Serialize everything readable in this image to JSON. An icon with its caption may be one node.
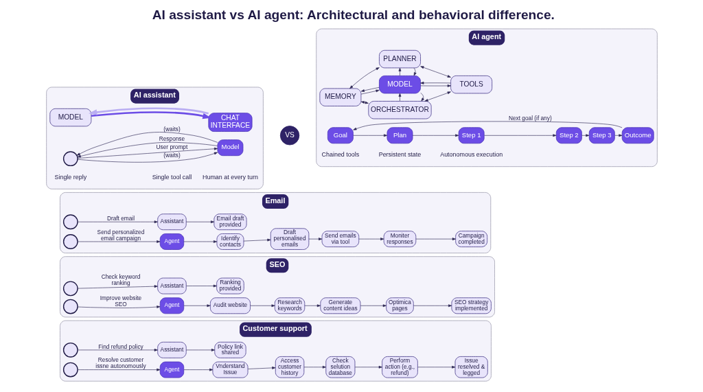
{
  "diagram": {
    "title": "AI assistant vs AI agent: Architectural and behavioral difference.",
    "nodes": [
      {
        "text": [
          "AI assistant"
        ]
      },
      {
        "text": [
          "MODEL"
        ],
        "in": 0
      },
      {
        "text": [
          "CHAT INTERFACE"
        ],
        "in": 0
      },
      {
        "text": [],
        "shape": "person",
        "in": 0
      },
      {
        "text": [
          "Model"
        ],
        "in": 0
      },
      {
        "text": [
          "VS"
        ]
      },
      {
        "text": [
          "AI agent"
        ]
      },
      {
        "text": [
          "PLANNER"
        ],
        "in": 6
      },
      {
        "text": [
          "MEMORY"
        ],
        "in": 6
      },
      {
        "text": [
          "MODEL"
        ],
        "in": 6
      },
      {
        "text": [
          "TOOLS"
        ],
        "in": 6
      },
      {
        "text": [
          "ORCHESTRATOR"
        ],
        "in": 6
      },
      {
        "text": [
          "Goal"
        ],
        "in": 6
      },
      {
        "text": [
          "Plan"
        ],
        "in": 6
      },
      {
        "text": [
          "Step 1"
        ],
        "in": 6
      },
      {
        "text": [
          "Step 2"
        ],
        "in": 6
      },
      {
        "text": [
          "Step 3"
        ],
        "in": 6
      },
      {
        "text": [
          "Outcome"
        ],
        "in": 6
      },
      {
        "text": [
          "Email"
        ]
      },
      {
        "text": [],
        "shape": "person",
        "in": 18
      },
      {
        "text": [
          "Assistant"
        ],
        "in": 18
      },
      {
        "text": [
          "Email draft provided"
        ],
        "in": 18
      },
      {
        "text": [],
        "shape": "person",
        "in": 18
      },
      {
        "text": [
          "Agent"
        ],
        "in": 18
      },
      {
        "text": [
          "Identify contacts"
        ],
        "in": 18
      },
      {
        "text": [
          "Draft personalised emails"
        ],
        "in": 18
      },
      {
        "text": [
          "Send emails via tool"
        ],
        "in": 18
      },
      {
        "text": [
          "Moniter responses"
        ],
        "in": 18
      },
      {
        "text": [
          "Campaign completed"
        ],
        "in": 18
      },
      {
        "text": [
          "SEO"
        ]
      },
      {
        "text": [],
        "shape": "person",
        "in": 29
      },
      {
        "text": [
          "Assistant"
        ],
        "in": 29
      },
      {
        "text": [
          "Ranking provided"
        ],
        "in": 29
      },
      {
        "text": [],
        "shape": "person",
        "in": 29
      },
      {
        "text": [
          "Agent"
        ],
        "in": 29
      },
      {
        "text": [
          "Audit website"
        ],
        "in": 29
      },
      {
        "text": [
          "Research keywords"
        ],
        "in": 29
      },
      {
        "text": [
          "Generate content ideas"
        ],
        "in": 29
      },
      {
        "text": [
          "Optimica pages"
        ],
        "in": 29
      },
      {
        "text": [
          "SEO strategy implemented"
        ],
        "in": 29
      },
      {
        "text": [
          "Customer support"
        ]
      },
      {
        "text": [],
        "shape": "person",
        "in": 40
      },
      {
        "text": [
          "Assistant"
        ],
        "in": 40
      },
      {
        "text": [
          "Policy link shared"
        ],
        "in": 40
      },
      {
        "text": [],
        "shape": "person",
        "in": 40
      },
      {
        "text": [
          "Agent"
        ],
        "in": 40
      },
      {
        "text": [
          "Vnderstand Issue"
        ],
        "in": 40
      },
      {
        "text": [
          "Access customer history"
        ],
        "in": 40
      },
      {
        "text": [
          "Check selution database"
        ],
        "in": 40
      },
      {
        "text": [
          "Perform action (e.g., refund)"
        ],
        "in": 40
      },
      {
        "text": [
          "Issue reselved & legged"
        ],
        "in": 40
      }
    ],
    "edges": [
      {
        "from": 1,
        "to": 2,
        "arrow": "to",
        "style": "thick",
        "color": "#6c4de6"
      },
      {
        "from": 2,
        "to": 1,
        "arrow": "to",
        "style": "thick",
        "color": "#b9adf2"
      },
      {
        "from": 3,
        "to": 4,
        "arrow": "to",
        "label": "(waits)"
      },
      {
        "from": 3,
        "to": 4,
        "arrow": "to",
        "label": "User prompt"
      },
      {
        "from": 4,
        "to": 3,
        "arrow": "to",
        "label": "Response"
      },
      {
        "from": 4,
        "to": 3,
        "arrow": "to",
        "label": "(waits)"
      },
      {
        "from": 8,
        "to": 7,
        "arrow": "both"
      },
      {
        "from": 7,
        "to": 10,
        "arrow": "both"
      },
      {
        "from": 8,
        "to": 9,
        "arrow": "to"
      },
      {
        "from": 9,
        "to": 8,
        "arrow": "to"
      },
      {
        "from": 9,
        "to": 10,
        "arrow": "to"
      },
      {
        "from": 10,
        "to": 9,
        "arrow": "to"
      },
      {
        "from": 7,
        "to": 9,
        "arrow": "to"
      },
      {
        "from": 9,
        "to": 7,
        "arrow": "to"
      },
      {
        "from": 9,
        "to": 11,
        "arrow": "to"
      },
      {
        "from": 11,
        "to": 9,
        "arrow": "to"
      },
      {
        "from": 8,
        "to": 11,
        "arrow": "both"
      },
      {
        "from": 11,
        "to": 10,
        "arrow": "both"
      },
      {
        "from": 12,
        "to": 13,
        "arrow": "to"
      },
      {
        "from": 13,
        "to": 14,
        "arrow": "to"
      },
      {
        "from": 14,
        "to": 15,
        "arrow": "to"
      },
      {
        "from": 15,
        "to": 16,
        "arrow": "to"
      },
      {
        "from": 16,
        "to": 17,
        "arrow": "to"
      },
      {
        "from": 17,
        "to": 12,
        "arrow": "to",
        "label": "Next goal (if any)"
      },
      {
        "from": 19,
        "to": 20,
        "arrow": "to",
        "label": "Draft email"
      },
      {
        "from": 20,
        "to": 21,
        "arrow": "to"
      },
      {
        "from": 22,
        "to": 23,
        "arrow": "to",
        "label": "Send personalized email campaign"
      },
      {
        "from": 23,
        "to": 24,
        "arrow": "to"
      },
      {
        "from": 24,
        "to": 25,
        "arrow": "to"
      },
      {
        "from": 25,
        "to": 26,
        "arrow": "to"
      },
      {
        "from": 26,
        "to": 27,
        "arrow": "to"
      },
      {
        "from": 27,
        "to": 28,
        "arrow": "to"
      },
      {
        "from": 30,
        "to": 31,
        "arrow": "to",
        "label": "Check keyword ranking"
      },
      {
        "from": 31,
        "to": 32,
        "arrow": "to"
      },
      {
        "from": 33,
        "to": 34,
        "arrow": "to",
        "label": "Improve website SEO"
      },
      {
        "from": 34,
        "to": 35,
        "arrow": "to"
      },
      {
        "from": 35,
        "to": 36,
        "arrow": "to"
      },
      {
        "from": 36,
        "to": 37,
        "arrow": "to"
      },
      {
        "from": 37,
        "to": 38,
        "arrow": "to"
      },
      {
        "from": 38,
        "to": 39,
        "arrow": "to"
      },
      {
        "from": 41,
        "to": 42,
        "arrow": "to",
        "label": "Find refund policy"
      },
      {
        "from": 42,
        "to": 43,
        "arrow": "to"
      },
      {
        "from": 44,
        "to": 45,
        "arrow": "to",
        "label": "Resolve customer issne autonomously"
      },
      {
        "from": 45,
        "to": 46,
        "arrow": "to"
      },
      {
        "from": 46,
        "to": 47,
        "arrow": "to"
      },
      {
        "from": 47,
        "to": 48,
        "arrow": "to"
      },
      {
        "from": 48,
        "to": 49,
        "arrow": "to"
      },
      {
        "from": 49,
        "to": 50,
        "arrow": "to"
      }
    ],
    "labels": [
      "Single reply",
      "Single tool call",
      "Human at every turn",
      "Chained tools",
      "Persistent state",
      "Autonomous execution"
    ]
  }
}
